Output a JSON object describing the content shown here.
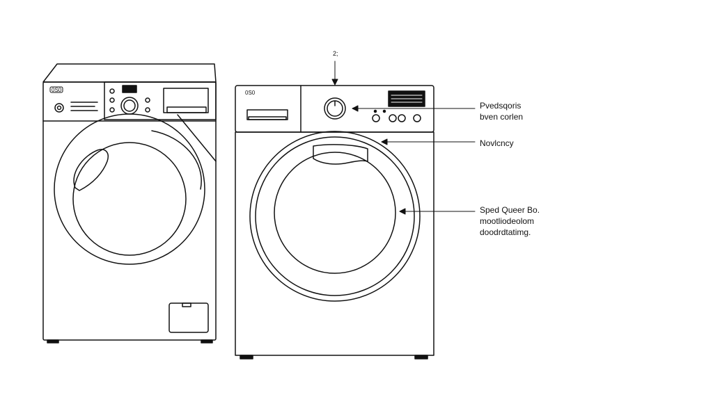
{
  "diagram": {
    "colors": {
      "stroke": "#111111",
      "background": "#ffffff",
      "display": "#111111"
    },
    "left_machine": {
      "brand_label": "0S0"
    },
    "right_machine": {
      "brand_label": "0S0"
    },
    "top_marker": "2;",
    "callouts": {
      "dial": {
        "lines": [
          "Pvedsqoris",
          "bven corlen"
        ]
      },
      "door": {
        "lines": [
          "Novlcncy"
        ]
      },
      "drum": {
        "lines": [
          "Sped Queer Bo.",
          "mootliodeolom",
          "doodrdtatimg."
        ]
      }
    }
  }
}
